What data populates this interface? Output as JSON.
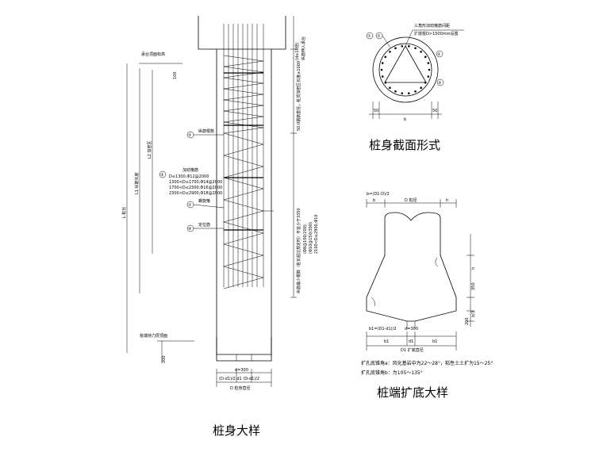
{
  "titles": {
    "pile_body_detail": "桩身大样",
    "section_form": "桩身截面形式",
    "bell_detail": "桩端扩底大样"
  },
  "body_detail": {
    "top_right_note_1": "(d≥10倍)",
    "top_right_note_2": "纵筋伸入承台",
    "right_dim_1": "50.0钢筋直径，桩顶加密区长度≥1000",
    "right_dim_2": "纵筋最少根数（桩长超过规定时）不宜小于3350",
    "right_note_1": "(Φ8@100/200)",
    "right_note_2": "(Φ10@150/300)",
    "right_note_3": "2100<D≤2900,Φ10",
    "left_top_label": "承台顶面标高",
    "left_top_dim": "100",
    "left_bottom_label": "桩端持力层顶面",
    "dim_L": "L 桩长",
    "dim_L1": "L1 纵筋长度",
    "dim_L2": "L2 加密区",
    "callout_2": "②",
    "callout_2_text": "纵筋根数",
    "callout_3": "③",
    "callout_3_text": "加劲箍筋",
    "callout_3_lines": [
      "D≤1300,Φ12@2000",
      "1300<D≤1700,Φ14@2000",
      "1700<D≤2300,Φ16@2000",
      "2300<D≤2900,Φ18@2000"
    ],
    "callout_1": "①",
    "callout_1_text": "螺旋箍",
    "callout_4": "④",
    "callout_4_text": "定位筋",
    "bottom_dim_200": "200",
    "dim_d": "d=300",
    "dim_split": "(D-d1)/2  d1  (D-d1)/2",
    "dim_D": "D  桩身直径"
  },
  "section": {
    "callout_1": "①",
    "callout_1b": "①",
    "note_1": "三角形加劲箍筋间距",
    "note_2": "扩底桩D>1500mm设置",
    "callout_2": "②",
    "callout_3": "③",
    "dim_50": "50",
    "dim_50b": "50",
    "dim_b": "b"
  },
  "bell": {
    "dim_b_formula": "b=(D1-D)/2",
    "dim_top_b": "b",
    "dim_top_D": "D 桩径",
    "dim_top_h": "h",
    "dim_right_h": "h",
    "dim_right_350": "350",
    "dim_right_200": "200",
    "dim_right_b3": "b/3",
    "dim_b1_formula": "b1=(D1-d1)/2",
    "dim_d300": "d=300",
    "dim_b1_left": "b1",
    "dim_d1": "d1",
    "dim_b1_right": "b1",
    "dim_D1": "D1 扩底直径",
    "note_1": "扩孔底锥角a：风化基岩中为22～28°，粘性土土扩为15～25°",
    "note_2": "扩孔底锥角b：为105～135°"
  }
}
